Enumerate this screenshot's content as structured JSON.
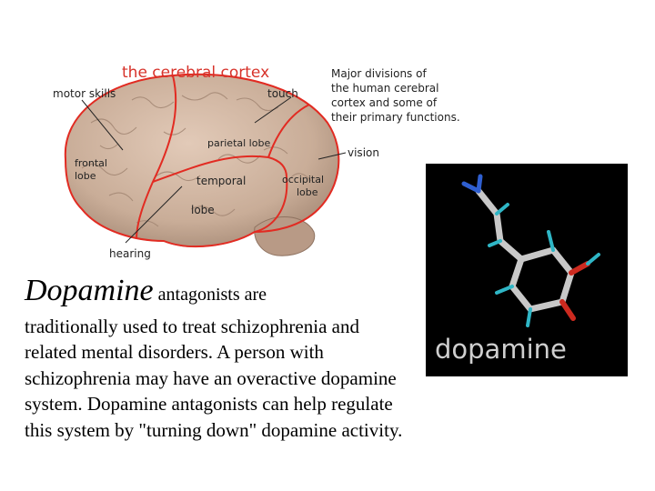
{
  "brain_diagram": {
    "title": "the cerebral cortex",
    "caption": [
      "Major divisions of",
      "the human cerebral",
      "cortex and some of",
      "their primary functions."
    ],
    "labels": {
      "motor_skills": "motor skills",
      "touch": "touch",
      "frontal_lobe": [
        "frontal",
        "lobe"
      ],
      "parietal_lobe": "parietal lobe",
      "vision": "vision",
      "temporal_lobe": [
        "temporal",
        "lobe"
      ],
      "occipital_lobe": [
        "occipital",
        "lobe"
      ],
      "hearing": "hearing"
    },
    "colors": {
      "outline": "#e22b22",
      "title": "#d7322a",
      "brain": "#c9ad98"
    }
  },
  "molecule": {
    "caption": "dopamine"
  },
  "text": {
    "title_word": "Dopamine",
    "first_line_rest": " antagonists are",
    "paragraph": "traditionally used to treat schizophrenia and related mental disorders. A person with schizophrenia may have an overactive dopamine system. Dopamine antagonists can help regulate this system by \"turning down\" dopamine activity."
  }
}
